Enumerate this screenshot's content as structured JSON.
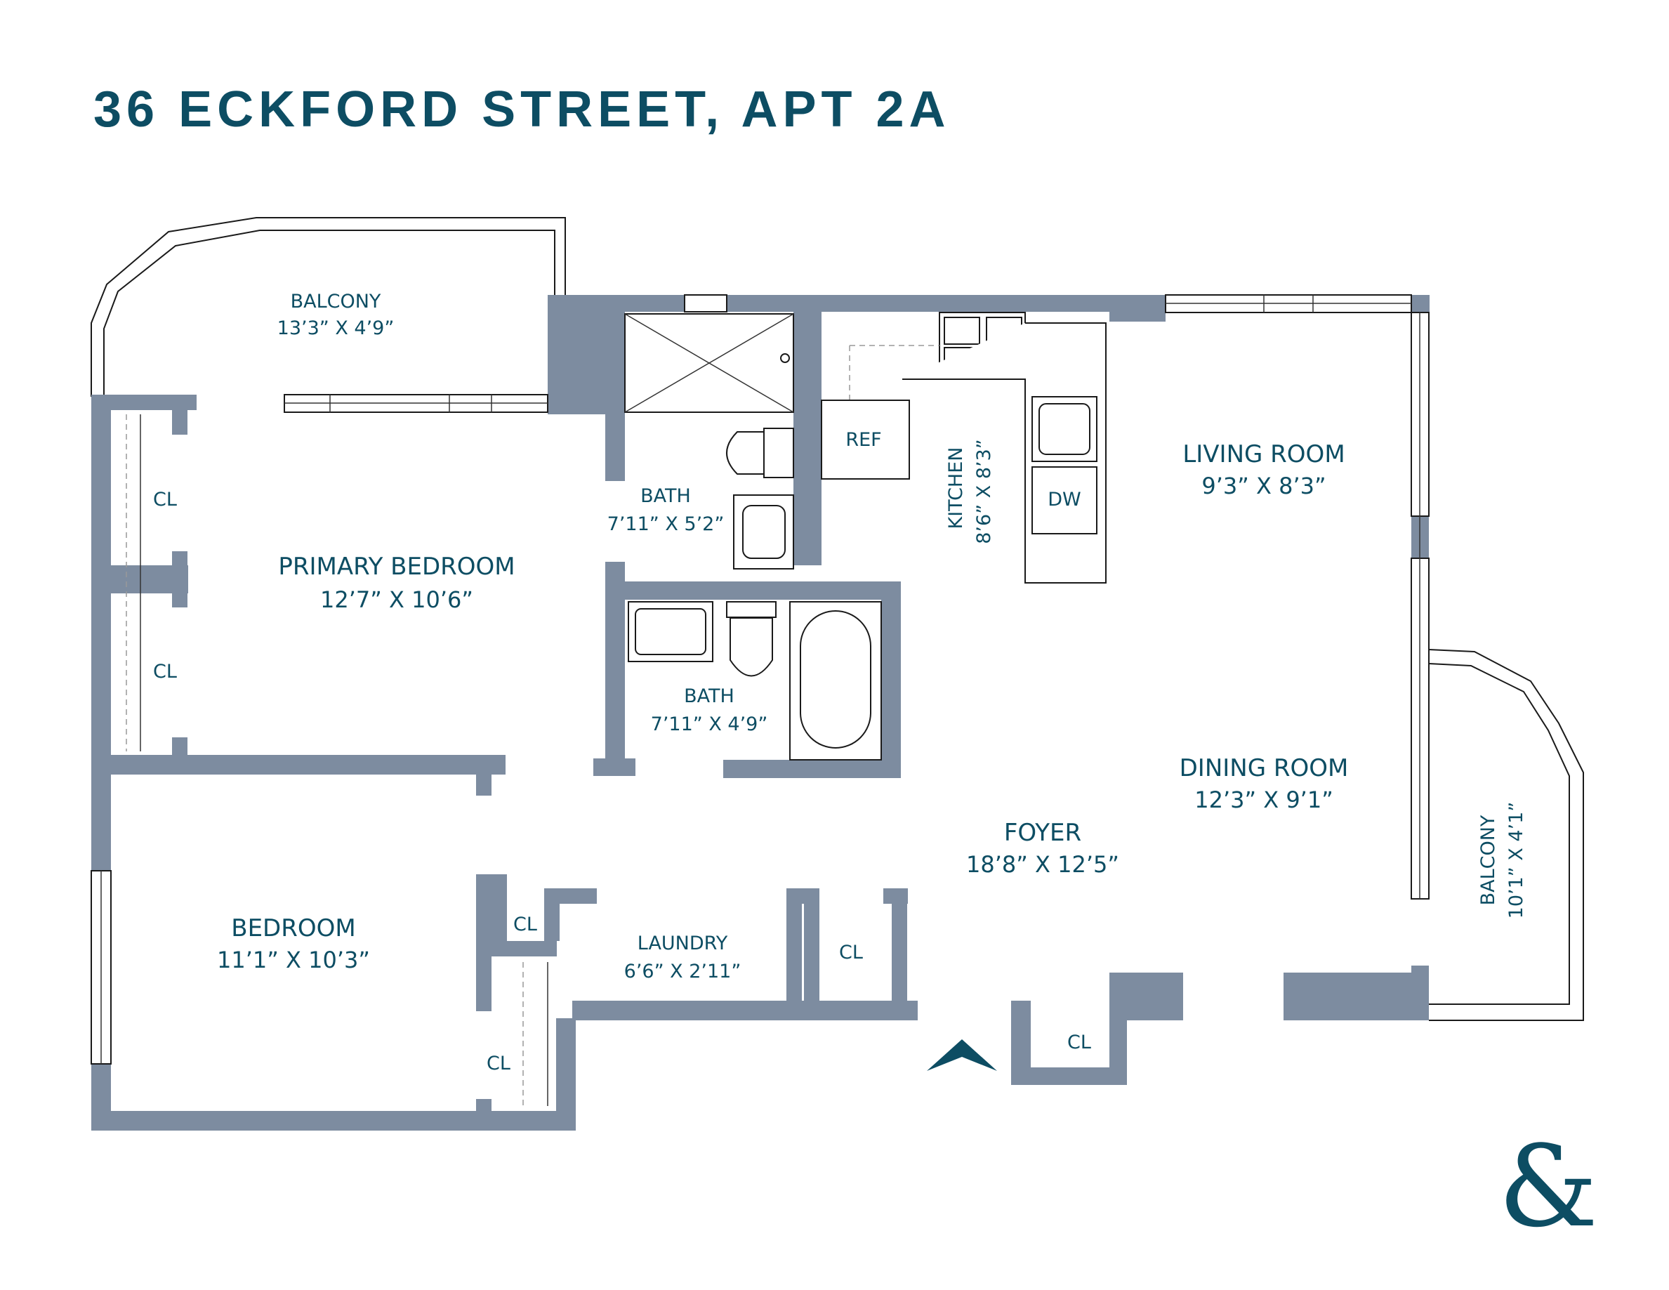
{
  "title": "36 ECKFORD STREET, APT 2A",
  "colors": {
    "title": "#0d4d63",
    "wall": "#7d8ca0",
    "accent": "#0d4d63"
  },
  "rooms": {
    "balcony_top": {
      "name": "BALCONY",
      "dim": "13’3” X 4’9”"
    },
    "primary_bedroom": {
      "name": "PRIMARY BEDROOM",
      "dim": "12’7” X 10’6”"
    },
    "bath_1": {
      "name": "BATH",
      "dim": "7’11” X 5’2”"
    },
    "bath_2": {
      "name": "BATH",
      "dim": "7’11” X 4’9”"
    },
    "kitchen": {
      "name": "KITCHEN",
      "dim": "8’6” X 8’3”"
    },
    "living_room": {
      "name": "LIVING ROOM",
      "dim": "9’3” X 8’3”"
    },
    "dining_room": {
      "name": "DINING ROOM",
      "dim": "12’3” X 9’1”"
    },
    "foyer": {
      "name": "FOYER",
      "dim": "18’8” X 12’5”"
    },
    "bedroom": {
      "name": "BEDROOM",
      "dim": "11’1” X 10’3”"
    },
    "laundry": {
      "name": "LAUNDRY",
      "dim": "6’6” X 2’11”"
    },
    "balcony_right": {
      "name": "BALCONY",
      "dim": "10’1” X 4’1”"
    }
  },
  "closets": [
    "CL",
    "CL",
    "CL",
    "CL",
    "CL",
    "CL"
  ],
  "appliances": {
    "refrigerator": "REF",
    "dishwasher": "DW"
  },
  "icons": {
    "entry": "entry-arrow-icon",
    "logo": "ampersand-logo-icon"
  },
  "logo_glyph": "&"
}
